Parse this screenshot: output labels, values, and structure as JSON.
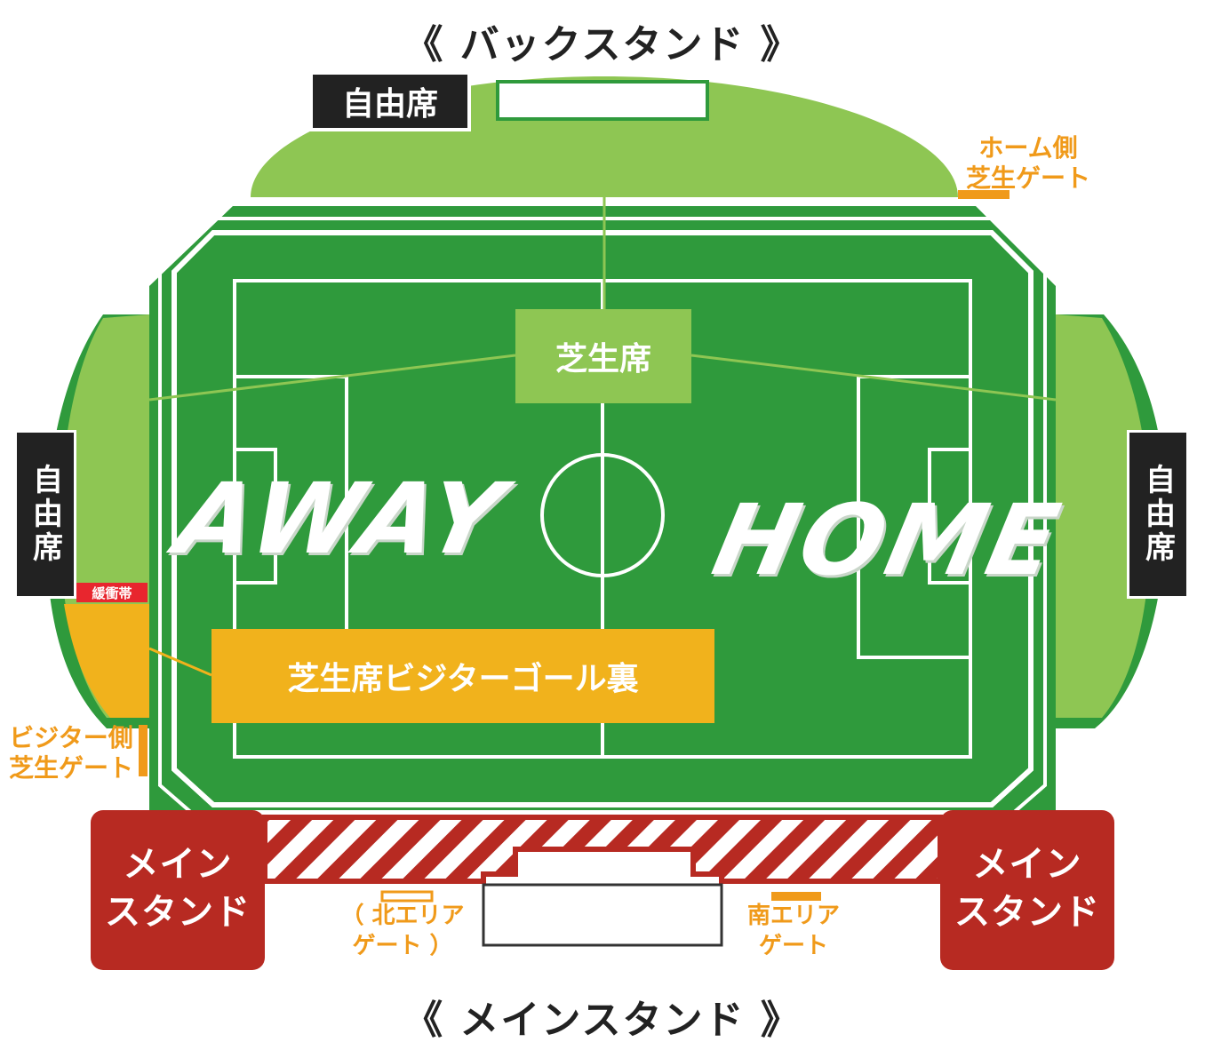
{
  "headings": {
    "back_stand": "《 バックスタンド 》",
    "main_stand": "《 メインスタンド 》"
  },
  "sections": {
    "free_seat": "自由席",
    "lawn_seat": "芝生席",
    "visitor_goal_lawn": "芝生席ビジターゴール裏",
    "buffer_zone": "緩衝帯",
    "main_stand_corner": "メイン\nスタンド"
  },
  "gates": {
    "home_lawn": "ホーム側\n芝生ゲート",
    "visitor_lawn": "ビジター側\n芝生ゲート",
    "north_area": "（ 北エリア\nゲート ）",
    "south_area": "南エリア\nゲート"
  },
  "pitch": {
    "away_label": "AWAY",
    "home_label": "HOME"
  },
  "colors": {
    "field_dark": "#2f9a3c",
    "lawn_light": "#8ec653",
    "visitor_yellow": "#f1b21c",
    "main_stand_red": "#b72a22",
    "gate_orange": "#f09a1a",
    "buffer_red": "#e8262e"
  }
}
